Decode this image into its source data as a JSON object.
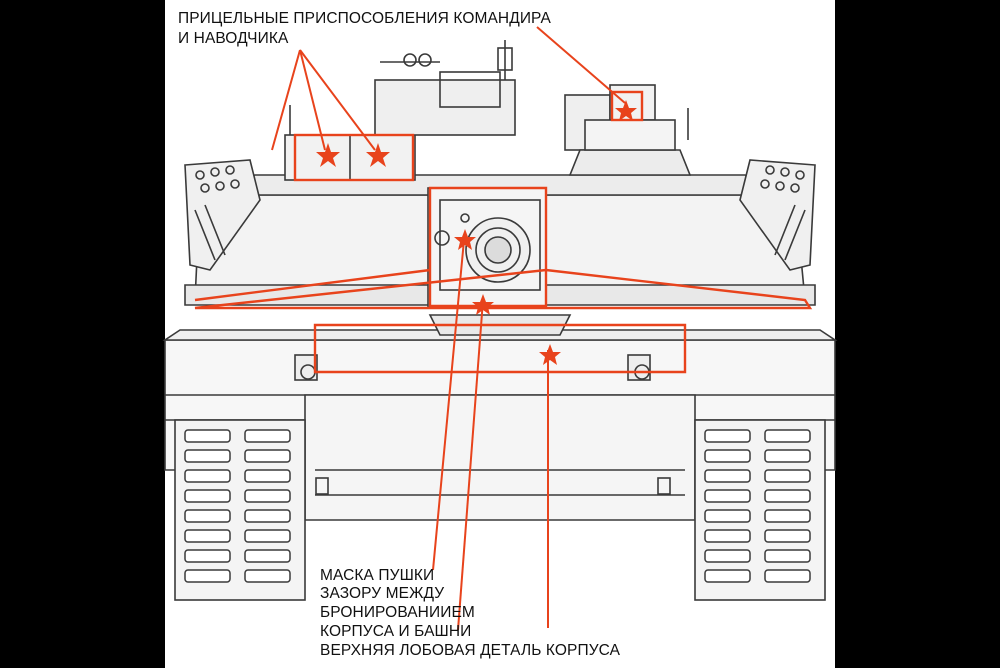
{
  "labels": {
    "sights_line1": "ПРИЦЕЛЬНЫЕ ПРИСПОСОБЛЕНИЯ КОМАНДИРА",
    "sights_line2": "И НАВОДЧИКА",
    "mantlet": "МАСКА ПУШКИ",
    "gap_line1": "ЗАЗОРУ МЕЖДУ",
    "gap_line2": "БРОНИРОВАНИИЕМ",
    "gap_line3": "КОРПУСА И БАШНИ",
    "glacis": "ВЕРХНЯЯ ЛОБОВАЯ ДЕТАЛЬ КОРПУСА"
  },
  "colors": {
    "background": "#000000",
    "panel": "#ffffff",
    "line_art": "#3a3a3a",
    "highlight": "#e8431c"
  }
}
